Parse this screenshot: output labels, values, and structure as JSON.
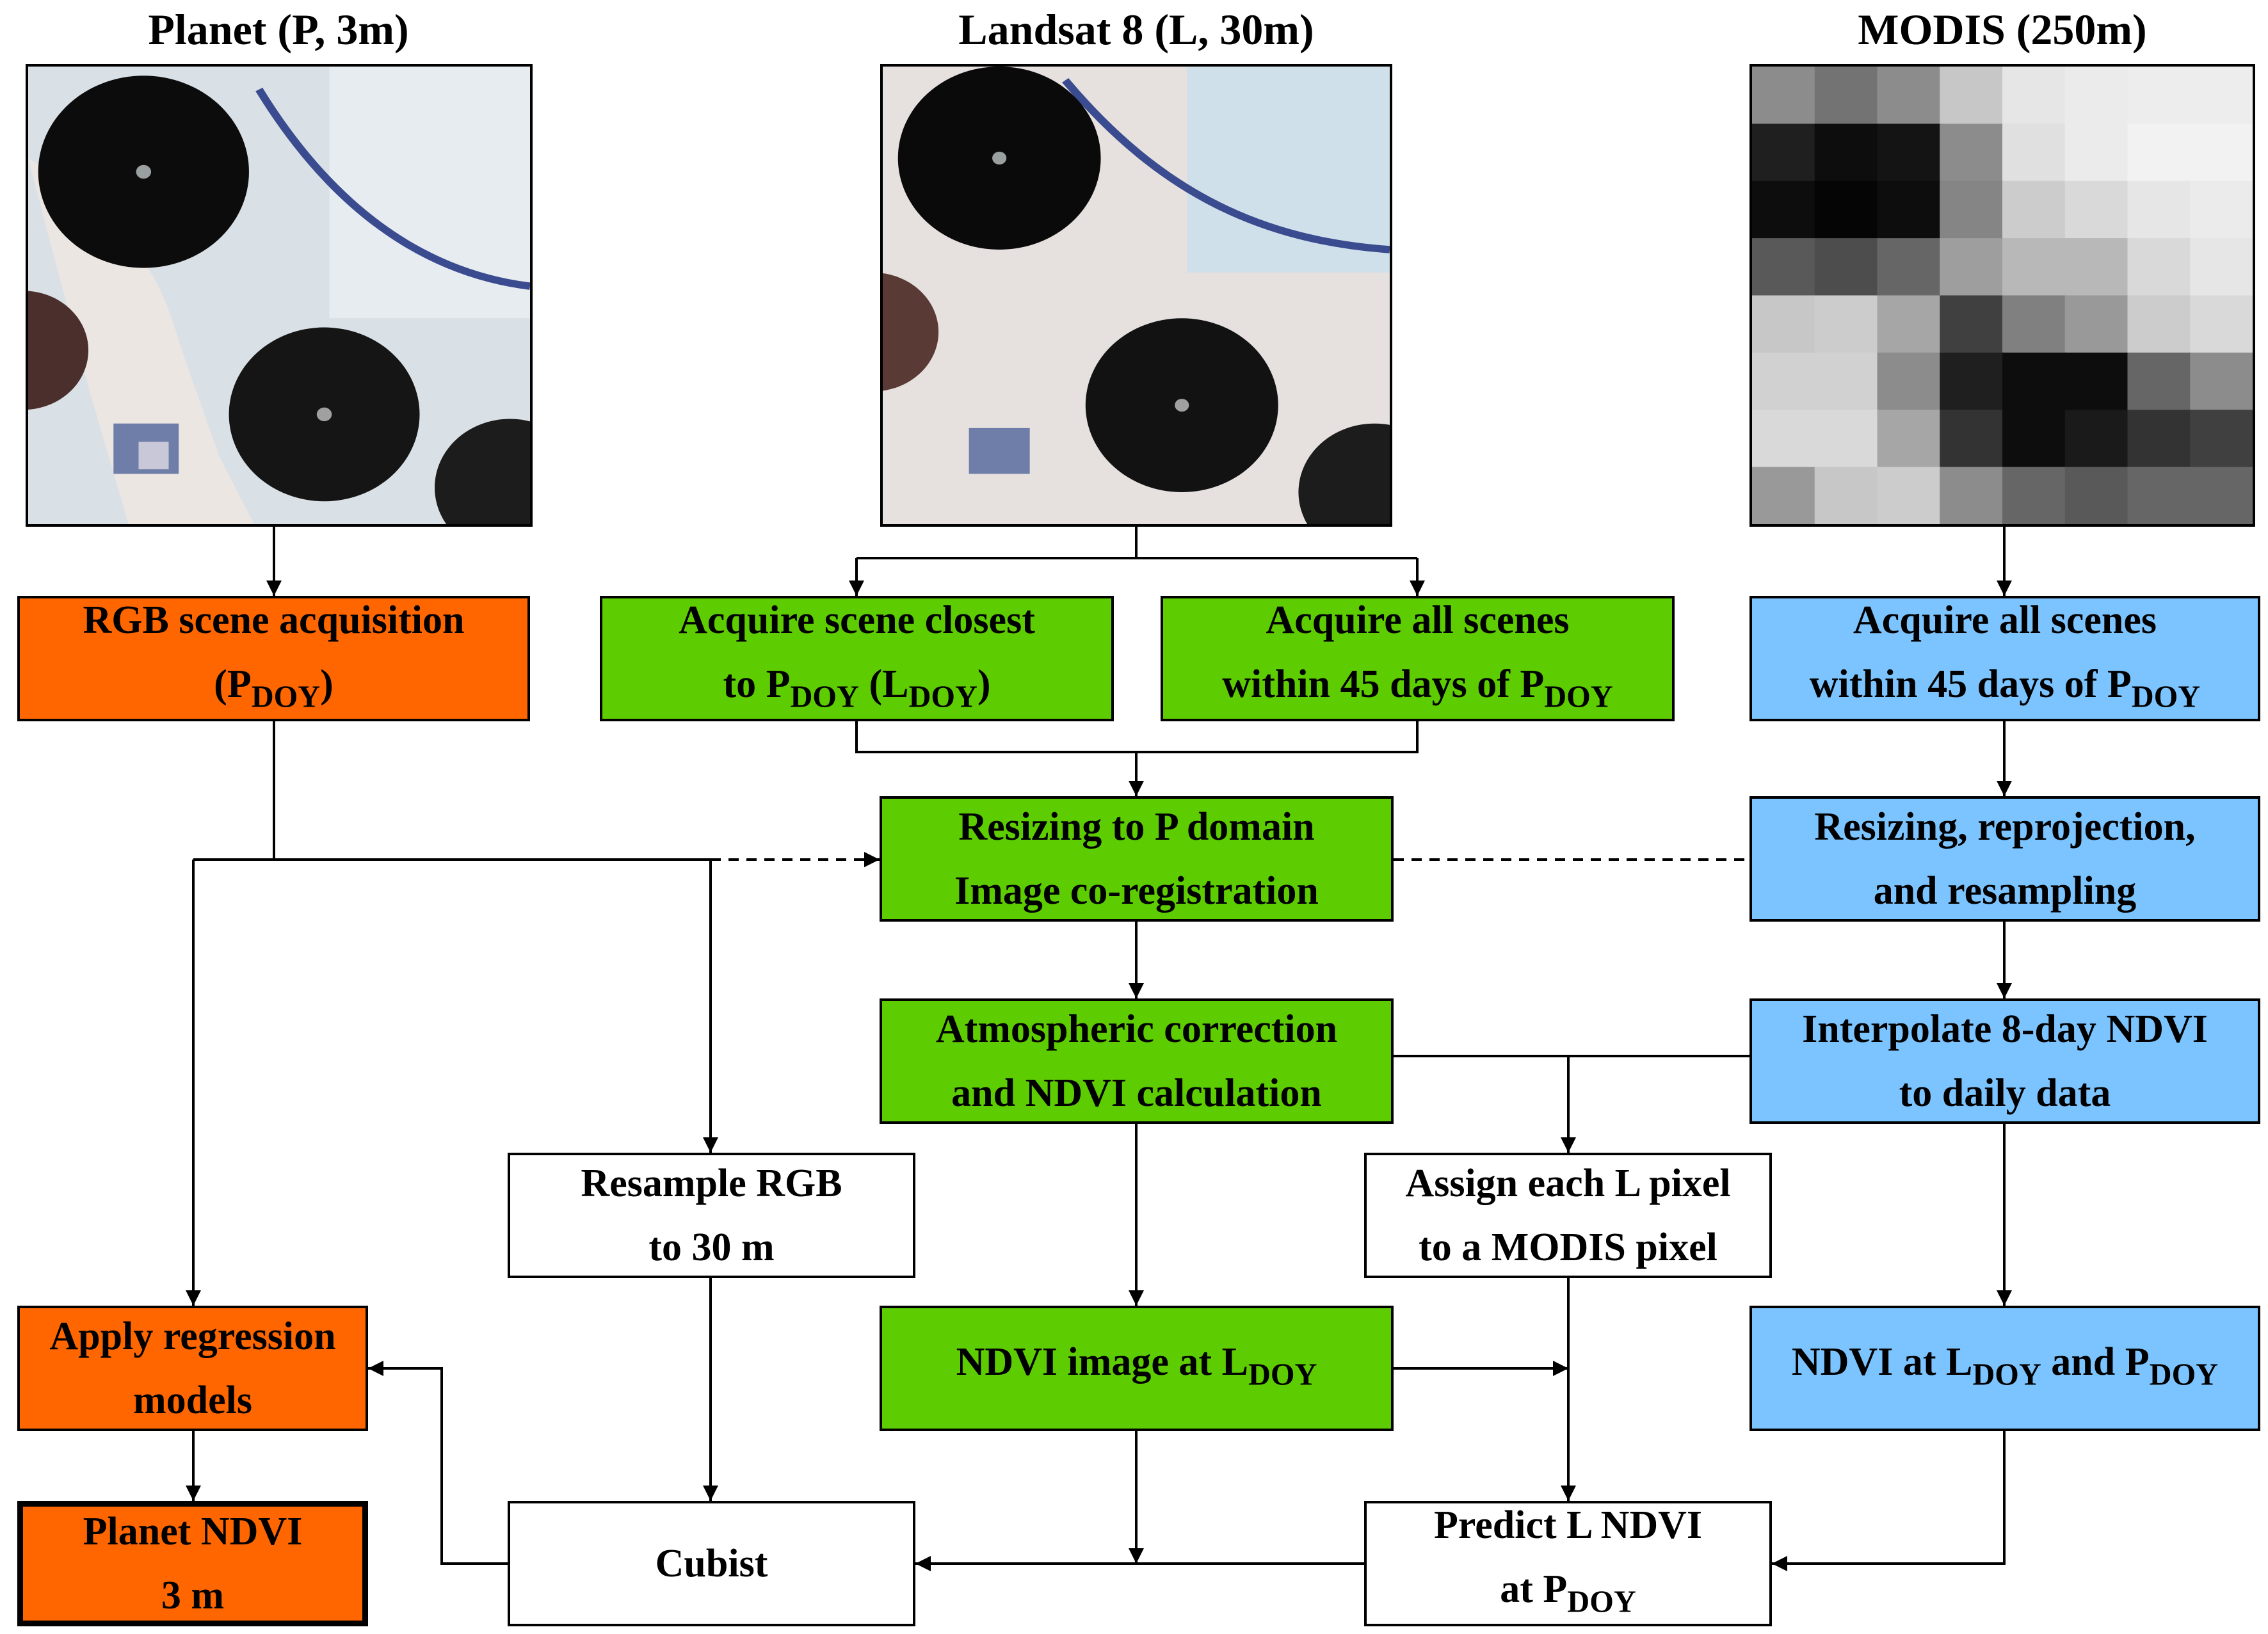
{
  "columns": {
    "planet": {
      "title": "Planet (P, 3m)"
    },
    "landsat": {
      "title": "Landsat 8 (L, 30m)"
    },
    "modis": {
      "title": "MODIS (250m)"
    }
  },
  "boxes": {
    "rgb_acq": {
      "line1": "RGB scene acquisition",
      "line2_pre": "(P",
      "line2_sub": "DOY",
      "line2_post": ")"
    },
    "l_closest": {
      "line1": "Acquire scene closest",
      "line2_pre": "to P",
      "line2_sub1": "DOY",
      "line2_mid": " (L",
      "line2_sub2": "DOY",
      "line2_post": ")"
    },
    "l_all": {
      "line1": "Acquire all scenes",
      "line2_pre": "within 45 days of P",
      "line2_sub": "DOY"
    },
    "m_all": {
      "line1": "Acquire all scenes",
      "line2_pre": "within 45 days of P",
      "line2_sub": "DOY"
    },
    "resize_p": {
      "line1": "Resizing to P domain",
      "line2": "Image co-registration"
    },
    "resize_m": {
      "line1": "Resizing, reprojection,",
      "line2": "and resampling"
    },
    "atmos": {
      "line1": "Atmospheric correction",
      "line2": "and NDVI calculation"
    },
    "interp": {
      "line1": "Interpolate 8-day NDVI",
      "line2": "to daily data"
    },
    "resample": {
      "line1": "Resample RGB",
      "line2": "to 30 m"
    },
    "assign": {
      "line1": "Assign each L pixel",
      "line2": "to a MODIS pixel"
    },
    "apply": {
      "line1": "Apply regression",
      "line2": "models"
    },
    "ndvi_l": {
      "pre": "NDVI image at L",
      "sub": "DOY"
    },
    "ndvi_m": {
      "pre": "NDVI at L",
      "sub1": "DOY",
      "mid": " and P",
      "sub2": "DOY"
    },
    "planet_ndvi": {
      "line1": "Planet NDVI",
      "line2": "3 m"
    },
    "cubist": {
      "line1": "Cubist"
    },
    "predict": {
      "line1": "Predict L NDVI",
      "line2_pre": "at P",
      "line2_sub": "DOY"
    }
  },
  "modis_grid": [
    [
      0.55,
      0.45,
      0.55,
      0.78,
      0.9,
      0.92,
      0.93,
      0.93
    ],
    [
      0.12,
      0.05,
      0.08,
      0.55,
      0.88,
      0.92,
      0.95,
      0.95
    ],
    [
      0.05,
      0.02,
      0.05,
      0.52,
      0.8,
      0.85,
      0.9,
      0.92
    ],
    [
      0.35,
      0.3,
      0.4,
      0.62,
      0.72,
      0.72,
      0.85,
      0.9
    ],
    [
      0.78,
      0.8,
      0.65,
      0.25,
      0.5,
      0.6,
      0.8,
      0.85
    ],
    [
      0.82,
      0.82,
      0.55,
      0.12,
      0.05,
      0.05,
      0.4,
      0.55
    ],
    [
      0.85,
      0.85,
      0.65,
      0.2,
      0.05,
      0.1,
      0.2,
      0.25
    ],
    [
      0.6,
      0.78,
      0.8,
      0.55,
      0.4,
      0.35,
      0.4,
      0.4
    ]
  ]
}
